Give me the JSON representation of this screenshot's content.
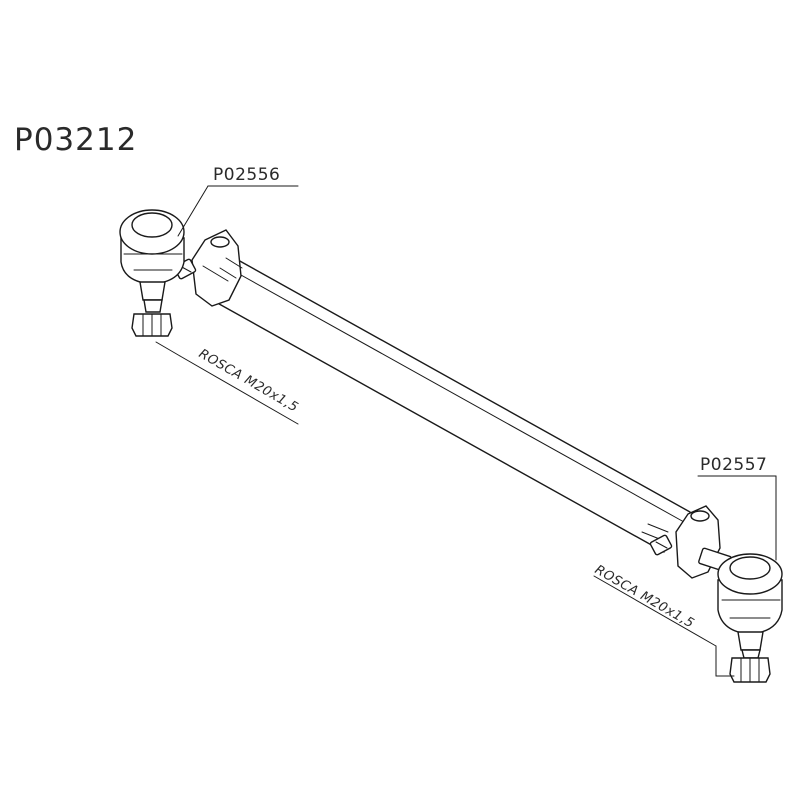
{
  "drawing": {
    "assembly_code": "P03212",
    "left_end": {
      "part_code": "P02556",
      "thread_label": "ROSCA M20x1,5"
    },
    "right_end": {
      "part_code": "P02557",
      "thread_label": "ROSCA M20x1,5"
    }
  }
}
